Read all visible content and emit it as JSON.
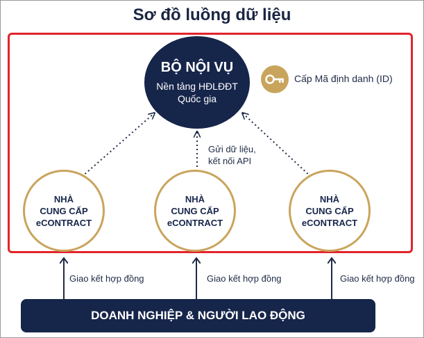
{
  "title": "Sơ đồ luồng dữ liệu",
  "ministry": {
    "name": "BỘ NỘI VỤ",
    "line1": "Nền tảng HĐLĐĐT",
    "line2": "Quốc gia"
  },
  "id_badge": {
    "icon": "key-icon",
    "label": "Cấp Mã định danh (ID)"
  },
  "flow_label": {
    "line1": "Gửi dữ liệu,",
    "line2": "kết nối API"
  },
  "providers": [
    {
      "line1": "NHÀ",
      "line2": "CUNG CẤP",
      "line3": "eCONTRACT"
    },
    {
      "line1": "NHÀ",
      "line2": "CUNG CẤP",
      "line3": "eCONTRACT"
    },
    {
      "line1": "NHÀ",
      "line2": "CUNG CẤP",
      "line3": "eCONTRACT"
    }
  ],
  "contract_labels": [
    "Giao kết hợp đồng",
    "Giao kết hợp đồng",
    "Giao kết hợp đồng"
  ],
  "bottom_bar": "DOANH NGHIỆP & NGƯỜI LAO ĐỘNG",
  "colors": {
    "navy": "#16254a",
    "gold": "#c9a45c",
    "highlight_red": "#e3232b"
  }
}
